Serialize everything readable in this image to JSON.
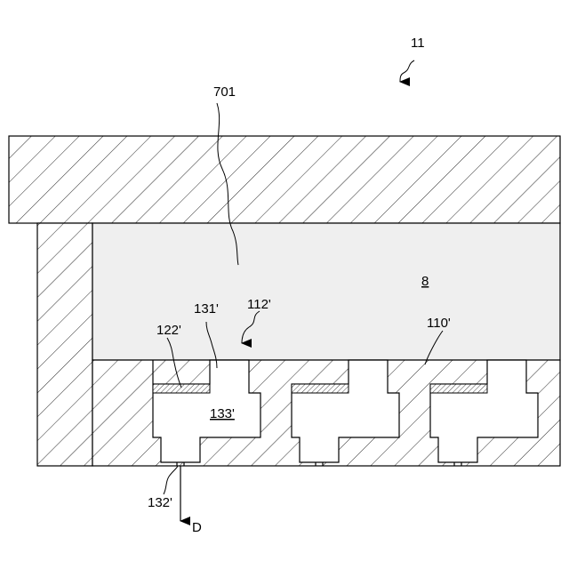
{
  "figure": {
    "labels": {
      "assembly": "11",
      "interface": "701",
      "material": "8",
      "opening": "112'",
      "bottom_layer": "110'",
      "cavity_edge": "131'",
      "ledge": "122'",
      "cavity": "133'",
      "vent": "132'",
      "direction": "D"
    }
  }
}
